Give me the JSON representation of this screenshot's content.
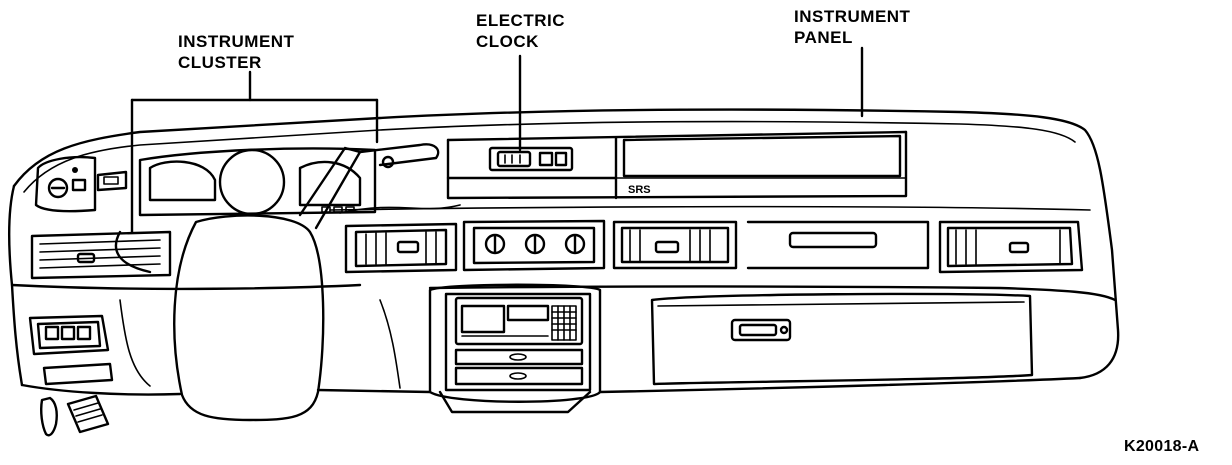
{
  "labels": {
    "instrument_cluster": [
      "INSTRUMENT",
      "CLUSTER"
    ],
    "electric_clock": [
      "ELECTRIC",
      "CLOCK"
    ],
    "instrument_panel": [
      "INSTRUMENT",
      "PANEL"
    ],
    "airbag_marking": "SRS"
  },
  "figure_id": "K20018-A",
  "colors": {
    "line": "#000000",
    "background": "#ffffff"
  }
}
